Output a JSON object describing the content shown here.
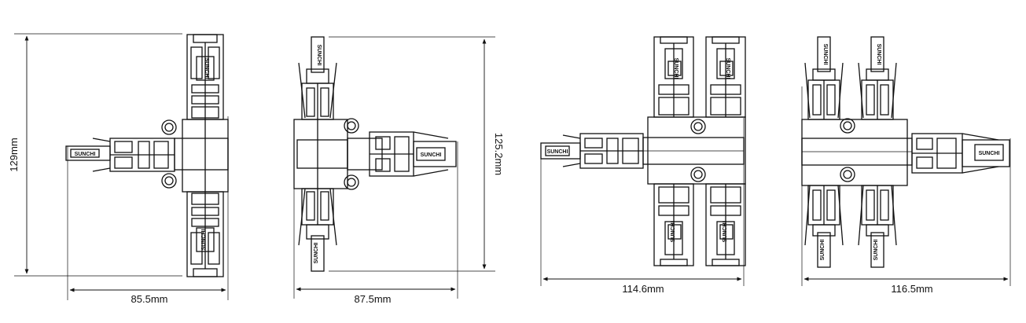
{
  "figures": [
    {
      "id": "a",
      "width_label": "85.5mm",
      "height_label": "129mm",
      "logo": "SUNCHI"
    },
    {
      "id": "b",
      "width_label": "87.5mm",
      "height_label": "125.2mm",
      "logo": "SUNCHI"
    },
    {
      "id": "c",
      "width_label": "114.6mm",
      "logo": "SUNCHI"
    },
    {
      "id": "d",
      "width_label": "116.5mm",
      "logo": "SUNCHI"
    }
  ],
  "colors": {
    "line": "#111111",
    "background": "#ffffff"
  }
}
